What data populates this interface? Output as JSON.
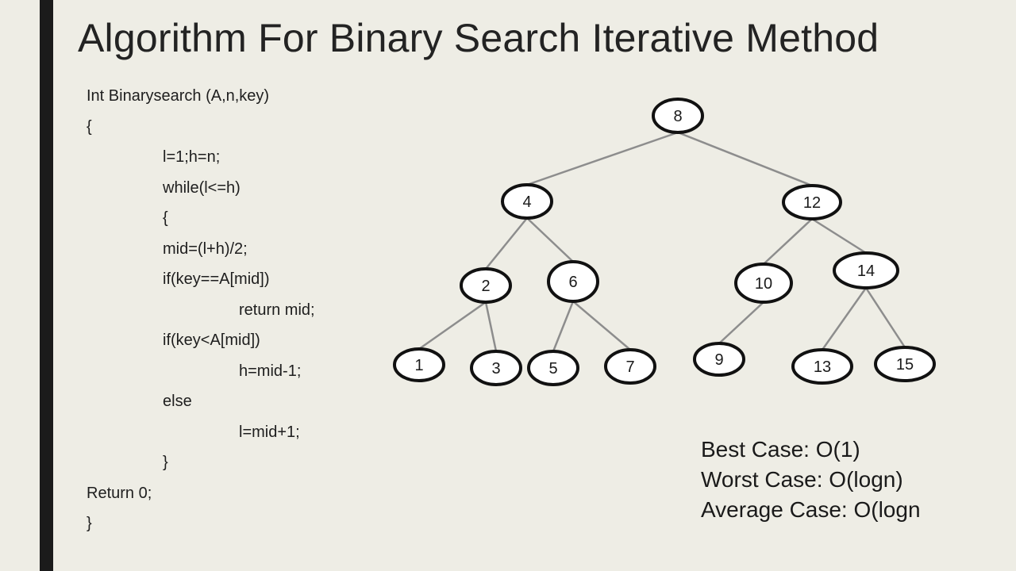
{
  "title": "Algorithm For Binary Search Iterative Method",
  "code": {
    "lines": [
      "Int Binarysearch (A,n,key)",
      "{",
      "l=1;h=n;",
      "while(l<=h)",
      "{",
      "mid=(l+h)/2;",
      "if(key==A[mid])",
      "return mid;",
      "if(key<A[mid])",
      "h=mid-1;",
      "else",
      "l=mid+1;",
      "}",
      "Return 0;",
      "}"
    ],
    "indents": [
      0,
      0,
      1,
      1,
      1,
      1,
      1,
      2,
      1,
      2,
      1,
      2,
      1,
      0,
      0
    ]
  },
  "tree": {
    "nodes": [
      {
        "id": "8",
        "label": "8"
      },
      {
        "id": "4",
        "label": "4"
      },
      {
        "id": "12",
        "label": "12"
      },
      {
        "id": "2",
        "label": "2"
      },
      {
        "id": "6",
        "label": "6"
      },
      {
        "id": "10",
        "label": "10"
      },
      {
        "id": "14",
        "label": "14"
      },
      {
        "id": "1",
        "label": "1"
      },
      {
        "id": "3",
        "label": "3"
      },
      {
        "id": "5",
        "label": "5"
      },
      {
        "id": "7",
        "label": "7"
      },
      {
        "id": "9",
        "label": "9"
      },
      {
        "id": "13",
        "label": "13"
      },
      {
        "id": "15",
        "label": "15"
      }
    ],
    "edges": [
      [
        "8",
        "4"
      ],
      [
        "8",
        "12"
      ],
      [
        "4",
        "2"
      ],
      [
        "4",
        "6"
      ],
      [
        "12",
        "10"
      ],
      [
        "12",
        "14"
      ],
      [
        "2",
        "1"
      ],
      [
        "2",
        "3"
      ],
      [
        "6",
        "5"
      ],
      [
        "6",
        "7"
      ],
      [
        "10",
        "9"
      ],
      [
        "14",
        "13"
      ],
      [
        "14",
        "15"
      ]
    ]
  },
  "complexity": {
    "best": "Best Case: O(1)",
    "worst": "Worst Case: O(logn)",
    "average": "Average Case: O(logn"
  }
}
